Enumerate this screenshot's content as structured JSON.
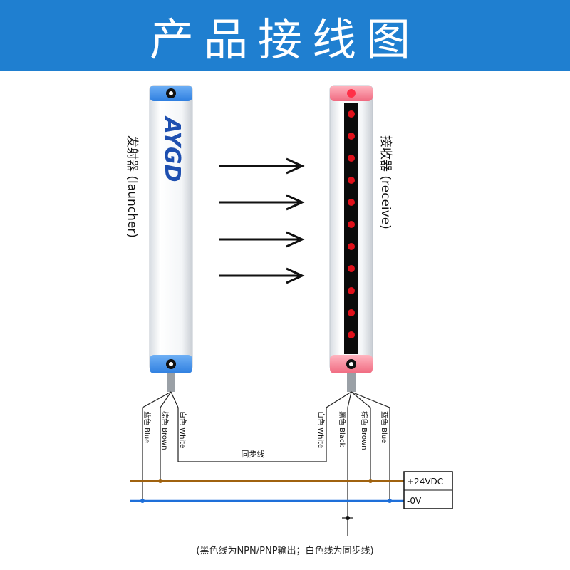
{
  "title": "产品接线图",
  "brand": "AYGD",
  "launcher": {
    "label": "发射器 (launcher)"
  },
  "receiver": {
    "label": "接收器 (receive)"
  },
  "launcher_wires": [
    {
      "label": "蓝色 Blue",
      "color": "#1e6fd9"
    },
    {
      "label": "棕色 Brown",
      "color": "#a0620f"
    },
    {
      "label": "白色 White",
      "color": "#999999"
    }
  ],
  "receiver_wires": [
    {
      "label": "白色 White",
      "color": "#999999"
    },
    {
      "label": "黑色 Black",
      "color": "#111111"
    },
    {
      "label": "棕色 Brown",
      "color": "#a0620f"
    },
    {
      "label": "蓝色 Blue",
      "color": "#1e6fd9"
    }
  ],
  "sync_label": "同步线",
  "power": {
    "positive": "+24VDC",
    "negative": "-0V"
  },
  "footnote": "(黑色线为NPN/PNP输出；白色线为同步线)",
  "colors": {
    "header": "#1f7fd0",
    "brown": "#a0620f",
    "blue": "#1e6fd9",
    "led": "#e0101a",
    "blue_cap": "#3b8de8",
    "pink_cap": "#f07a8c"
  }
}
